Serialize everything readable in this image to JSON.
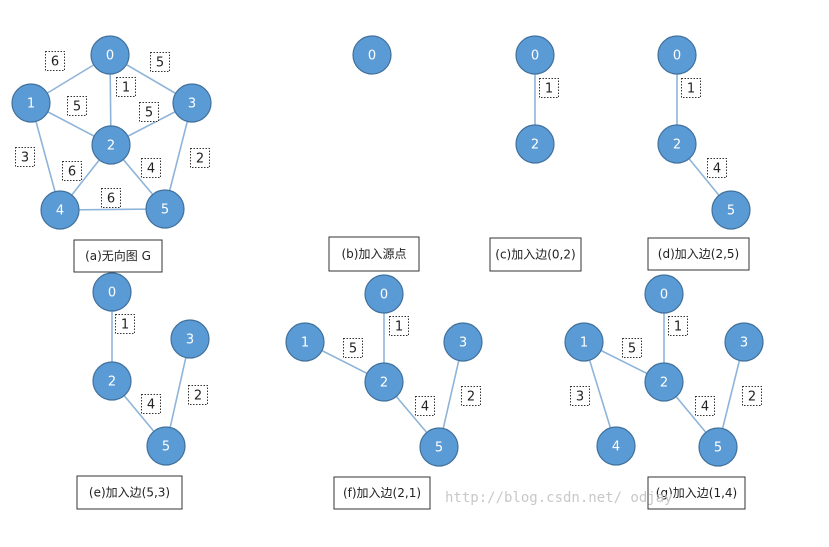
{
  "style": {
    "node_fill": "#5b9bd5",
    "node_stroke": "#41719c",
    "edge_color": "#8fb4d9",
    "weight_box_border": "#333333",
    "caption_border": "#333333"
  },
  "panels": [
    {
      "id": "a",
      "caption": "(a)无向图 G",
      "nodes": [
        {
          "label": "0"
        },
        {
          "label": "1"
        },
        {
          "label": "3"
        },
        {
          "label": "2"
        },
        {
          "label": "4"
        },
        {
          "label": "5"
        }
      ],
      "edges": [
        {
          "from": "0",
          "to": "1",
          "weight": "6"
        },
        {
          "from": "0",
          "to": "3",
          "weight": "5"
        },
        {
          "from": "0",
          "to": "2",
          "weight": "1"
        },
        {
          "from": "1",
          "to": "2",
          "weight": "5"
        },
        {
          "from": "3",
          "to": "2",
          "weight": "5"
        },
        {
          "from": "1",
          "to": "4",
          "weight": "3"
        },
        {
          "from": "2",
          "to": "4",
          "weight": "6"
        },
        {
          "from": "2",
          "to": "5",
          "weight": "4"
        },
        {
          "from": "3",
          "to": "5",
          "weight": "2"
        },
        {
          "from": "4",
          "to": "5",
          "weight": "6"
        }
      ]
    },
    {
      "id": "b",
      "caption": "(b)加入源点",
      "nodes": [
        {
          "label": "0"
        }
      ],
      "edges": []
    },
    {
      "id": "c",
      "caption": "(c)加入边(0,2)",
      "nodes": [
        {
          "label": "0"
        },
        {
          "label": "2"
        }
      ],
      "edges": [
        {
          "from": "0",
          "to": "2",
          "weight": "1"
        }
      ]
    },
    {
      "id": "d",
      "caption": "(d)加入边(2,5)",
      "nodes": [
        {
          "label": "0"
        },
        {
          "label": "2"
        },
        {
          "label": "5"
        }
      ],
      "edges": [
        {
          "from": "0",
          "to": "2",
          "weight": "1"
        },
        {
          "from": "2",
          "to": "5",
          "weight": "4"
        }
      ]
    },
    {
      "id": "e",
      "caption": "(e)加入边(5,3)",
      "nodes": [
        {
          "label": "0"
        },
        {
          "label": "3"
        },
        {
          "label": "2"
        },
        {
          "label": "5"
        }
      ],
      "edges": [
        {
          "from": "0",
          "to": "2",
          "weight": "1"
        },
        {
          "from": "2",
          "to": "5",
          "weight": "4"
        },
        {
          "from": "3",
          "to": "5",
          "weight": "2"
        }
      ]
    },
    {
      "id": "f",
      "caption": "(f)加入边(2,1)",
      "nodes": [
        {
          "label": "0"
        },
        {
          "label": "1"
        },
        {
          "label": "3"
        },
        {
          "label": "2"
        },
        {
          "label": "5"
        }
      ],
      "edges": [
        {
          "from": "0",
          "to": "2",
          "weight": "1"
        },
        {
          "from": "1",
          "to": "2",
          "weight": "5"
        },
        {
          "from": "2",
          "to": "5",
          "weight": "4"
        },
        {
          "from": "3",
          "to": "5",
          "weight": "2"
        }
      ]
    },
    {
      "id": "g",
      "caption": "(g)加入边(1,4)",
      "nodes": [
        {
          "label": "0"
        },
        {
          "label": "1"
        },
        {
          "label": "3"
        },
        {
          "label": "2"
        },
        {
          "label": "4"
        },
        {
          "label": "5"
        }
      ],
      "edges": [
        {
          "from": "0",
          "to": "2",
          "weight": "1"
        },
        {
          "from": "1",
          "to": "2",
          "weight": "5"
        },
        {
          "from": "1",
          "to": "4",
          "weight": "3"
        },
        {
          "from": "2",
          "to": "5",
          "weight": "4"
        },
        {
          "from": "3",
          "to": "5",
          "weight": "2"
        }
      ]
    }
  ],
  "watermark": "http://blog.csdn.net/                  odjay"
}
